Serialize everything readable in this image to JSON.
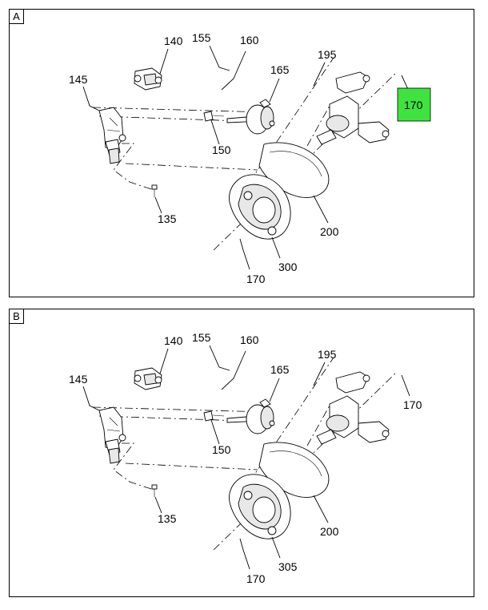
{
  "panels": [
    {
      "letter": "A",
      "callouts": {
        "c140": "140",
        "c155": "155",
        "c160": "160",
        "c145": "145",
        "c165": "165",
        "c195": "195",
        "c170_top": "170",
        "c150": "150",
        "c135": "135",
        "c200": "200",
        "c170_bottom": "170",
        "c300": "300"
      },
      "highlight_callout": "170",
      "highlight_color": "#3fe33f"
    },
    {
      "letter": "B",
      "callouts": {
        "c140": "140",
        "c155": "155",
        "c160": "160",
        "c145": "145",
        "c165": "165",
        "c195": "195",
        "c170_top": "170",
        "c150": "150",
        "c135": "135",
        "c200": "200",
        "c170_bottom": "170",
        "c305": "305"
      }
    }
  ]
}
